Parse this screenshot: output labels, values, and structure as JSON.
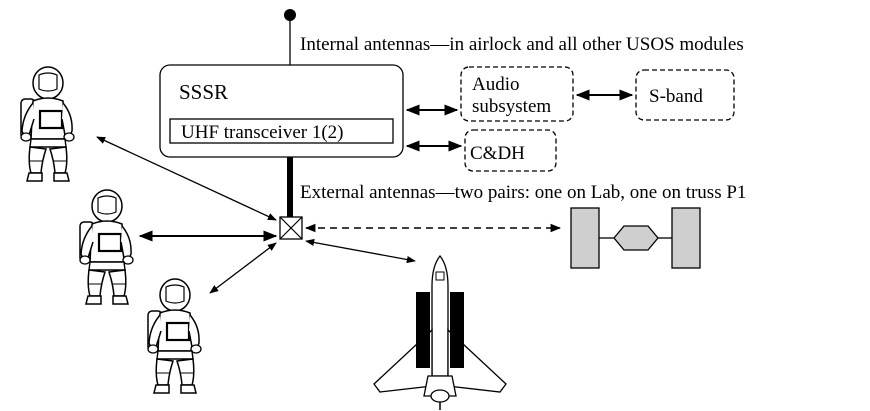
{
  "labels": {
    "internal_antennas": "Internal antennas—in airlock and all other USOS modules",
    "sssr": "SSSR",
    "uhf_transceiver": "UHF transceiver 1(2)",
    "audio_line1": "Audio",
    "audio_line2": "subsystem",
    "s_band": "S-band",
    "cdh": "C&DH",
    "external_antennas": "External antennas—two pairs:  one on Lab, one on truss P1"
  },
  "colors": {
    "stroke": "#000000",
    "station_fill": "#cfcfcf",
    "background": "#ffffff"
  },
  "icons": [
    "astronaut-icon",
    "space-shuttle-icon",
    "space-station-icon",
    "antenna-icon"
  ]
}
